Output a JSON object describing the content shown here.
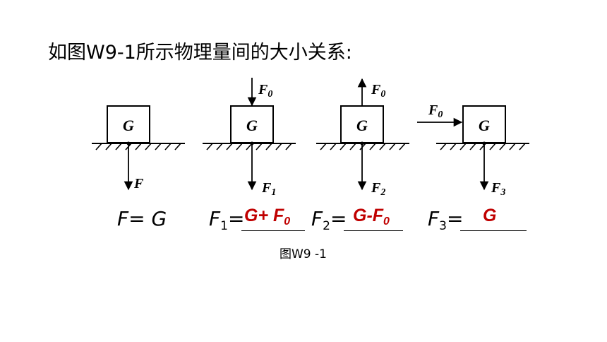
{
  "heading": "如图W9-1所示物理量间的大小关系:",
  "figures": [
    {
      "block": "G",
      "applied_force": null,
      "support_label": "F",
      "support_sub": ""
    },
    {
      "block": "G",
      "applied_force": {
        "label": "F",
        "sub": "0",
        "direction": "down"
      },
      "support_label": "F",
      "support_sub": "1"
    },
    {
      "block": "G",
      "applied_force": {
        "label": "F",
        "sub": "0",
        "direction": "up"
      },
      "support_label": "F",
      "support_sub": "2"
    },
    {
      "block": "G",
      "applied_force": {
        "label": "F",
        "sub": "0",
        "direction": "right"
      },
      "support_label": "F",
      "support_sub": "3"
    }
  ],
  "equations": [
    {
      "lhs": "F",
      "lhs_sub": "",
      "text": "F= G"
    },
    {
      "lhs": "F",
      "lhs_sub": "1",
      "op": "=",
      "answer_main": "G+ F",
      "answer_sub": "0"
    },
    {
      "lhs": "F",
      "lhs_sub": "2",
      "op": "=",
      "answer_main": "G-F",
      "answer_sub": "0"
    },
    {
      "lhs": "F",
      "lhs_sub": "3",
      "op": "=",
      "answer_main": "G",
      "answer_sub": ""
    }
  ],
  "caption": "图W9 -1",
  "colors": {
    "answer": "#c00000",
    "line": "#000000"
  }
}
